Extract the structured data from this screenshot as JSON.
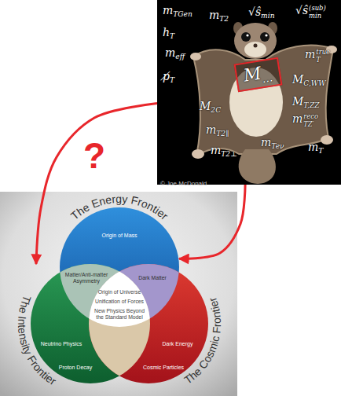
{
  "diagram": {
    "nodes": [
      {
        "text": [
          "mTGen",
          "mT2",
          "√ŝmin",
          "√ŝmin(sub)",
          "hT",
          "meff",
          "mTtrue",
          "MC,WW",
          "p̸T",
          "MT,ZZ",
          "M2C",
          "mTZ′reco",
          "mT2∥",
          "mT2⊥",
          "mTeν",
          "mT"
        ]
      },
      {
        "text": [
          "M..."
        ],
        "in": 0
      },
      {
        "text": [
          "The Energy Frontier",
          "Origin of Mass"
        ]
      },
      {
        "text": [
          "The Intensity Frontier",
          "Neutrino Physics",
          "Proton Decay"
        ]
      },
      {
        "text": [
          "The Cosmic Frontier",
          "Dark Energy",
          "Cosmic Particles"
        ]
      }
    ],
    "edges": [
      {
        "from": 0,
        "to": 3,
        "arrow": "to",
        "label": "?"
      },
      {
        "from": 0,
        "to": 2,
        "arrow": "to"
      }
    ],
    "labels": [
      "© Joe McDonald",
      "Matter/Anti-matter Asymmetry",
      "Dark Matter",
      "Origin of Universe",
      "Unification of Forces",
      "New Physics Beyond the Standard Model"
    ]
  }
}
